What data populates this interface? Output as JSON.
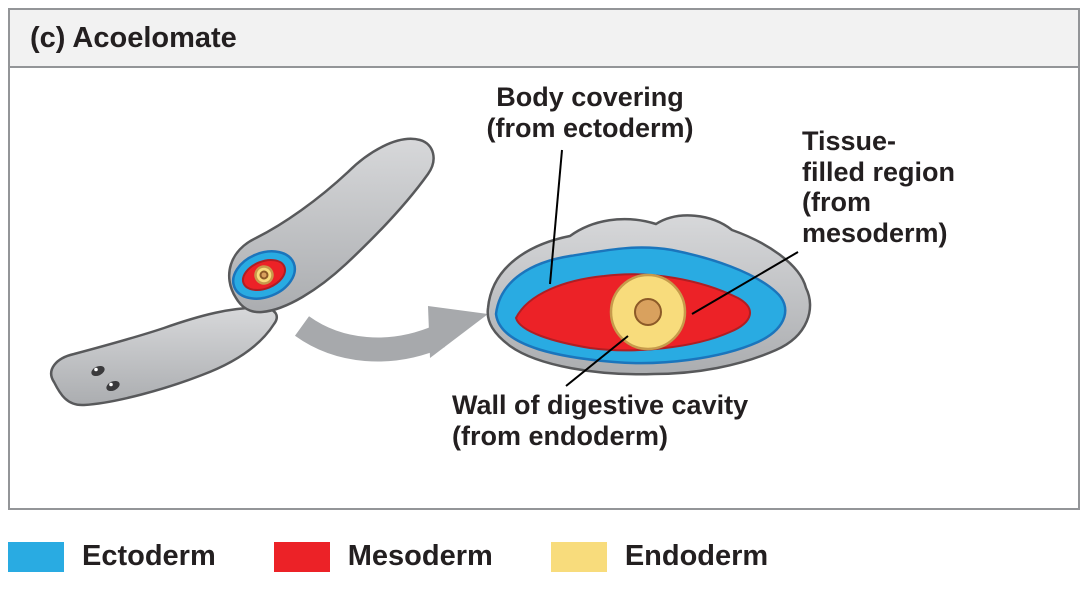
{
  "title": "(c) Acoelomate",
  "labels": {
    "body_covering": "Body covering\n(from ectoderm)",
    "tissue_filled_region": "Tissue-\nfilled region\n(from\nmesoderm)",
    "wall_digestive_cavity": "Wall of digestive cavity\n(from endoderm)"
  },
  "legend": {
    "items": [
      {
        "label": "Ectoderm",
        "color": "#29ABE2"
      },
      {
        "label": "Mesoderm",
        "color": "#EC2227"
      },
      {
        "label": "Endoderm",
        "color": "#F8DC7C"
      }
    ]
  },
  "colors": {
    "ectoderm_blue": "#29ABE2",
    "ectoderm_blue_dark": "#1B75BC",
    "mesoderm_red": "#EC2227",
    "mesoderm_red_dark": "#B01E23",
    "endoderm_yellow": "#F8DC7C",
    "endoderm_yellow_dark": "#C79A4B",
    "cavity_tan": "#D9A15E",
    "cavity_tan_dark": "#8C5A28",
    "body_gray": "#ABADB0",
    "body_gray_light": "#D7D8DA",
    "body_gray_dark": "#58595B",
    "border_gray": "#939598",
    "titlebar_bg": "#F2F2F2",
    "arrow_gray": "#A7A9AC",
    "text_dark": "#231F20"
  }
}
